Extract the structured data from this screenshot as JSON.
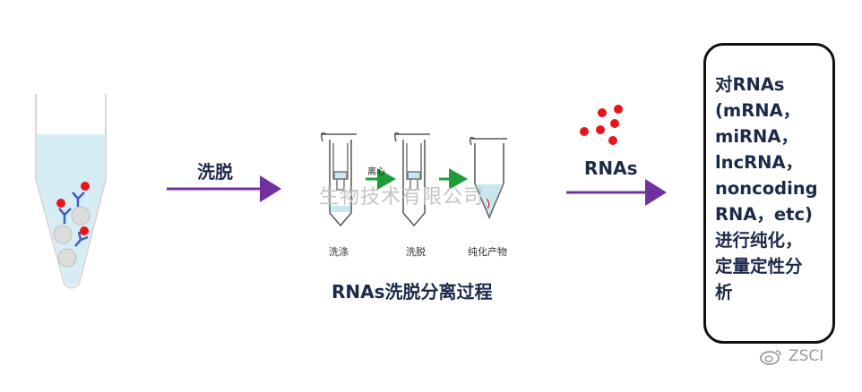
{
  "labels": {
    "elute": "洗脱",
    "process_title": "RNAs洗脱分离过程",
    "rnas": "RNAs",
    "centrifuge": "离心",
    "step_wash": "洗涤",
    "step_elute": "洗脱",
    "step_product": "纯化产物",
    "watermark": "生物技术有限公司",
    "result": "对RNAs\n(mRNA，\nmiRNA，\nlncRNA，\nnoncoding\nRNA，etc)\n进行纯化，\n定量定性分\n析",
    "brand": "ZSCI"
  },
  "colors": {
    "arrow_purple": "#7030a0",
    "arrow_green": "#1e9e3a",
    "rna_red": "#e8131b",
    "liquid_blue": "#d7edf6",
    "antibody_blue": "#3d5fc4",
    "bead_gray": "#dcdcdc"
  },
  "icons": [
    "weibo-icon"
  ]
}
